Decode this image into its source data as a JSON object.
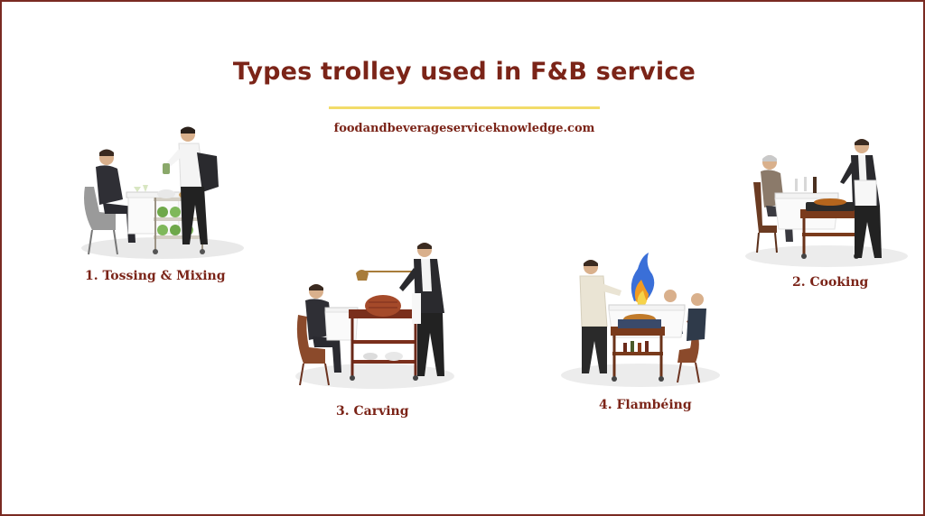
{
  "title": "Types trolley used in F&B service",
  "website": "foodandbeverageserviceknowledge.com",
  "colors": {
    "brand": "#7b2418",
    "accent_line": "#f2dc6a",
    "border": "#7a2a22"
  },
  "illustrations": [
    {
      "icon": "tossing-mixing-trolley-illustration",
      "caption": "1. Tossing & Mixing"
    },
    {
      "icon": "cooking-trolley-illustration",
      "caption": "2. Cooking"
    },
    {
      "icon": "carving-trolley-illustration",
      "caption": "3. Carving"
    },
    {
      "icon": "flambeing-trolley-illustration",
      "caption": "4. Flambéing"
    }
  ]
}
